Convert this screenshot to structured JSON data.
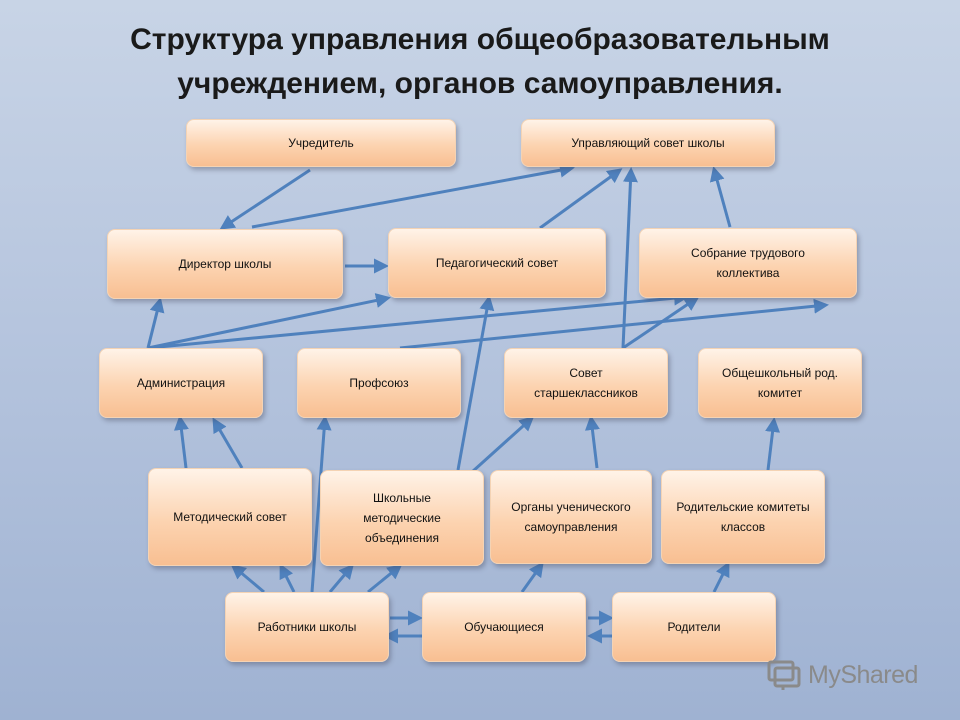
{
  "title": {
    "line1": "Структура управления общеобразовательным",
    "line2": "учреждением, органов самоуправления."
  },
  "nodes": {
    "founder": "Учредитель",
    "governing_council": "Управляющий совет школы",
    "director": "Директор школы",
    "pedagogical_council": "Педагогический совет",
    "labor_assembly": "Собрание трудового коллектива",
    "administration": "Администрация",
    "trade_union": "Профсоюз",
    "senior_students_council": "Совет старшеклассников",
    "parent_committee": "Общешкольный род. комитет",
    "methodical_council": "Методический совет",
    "methodical_associations": "Школьные методические объединения",
    "student_self_government": "Органы ученического самоуправления",
    "class_parent_committees": "Родительские комитеты классов",
    "school_staff": "Работники школы",
    "students": "Обучающиеся",
    "parents": "Родители"
  },
  "watermark": {
    "text": "MyShared",
    "icon": "myshared-logo-icon"
  },
  "colors": {
    "arrow": "#4f81bd",
    "node_fill": "#fcd3b0",
    "background": "#b6c5de"
  }
}
